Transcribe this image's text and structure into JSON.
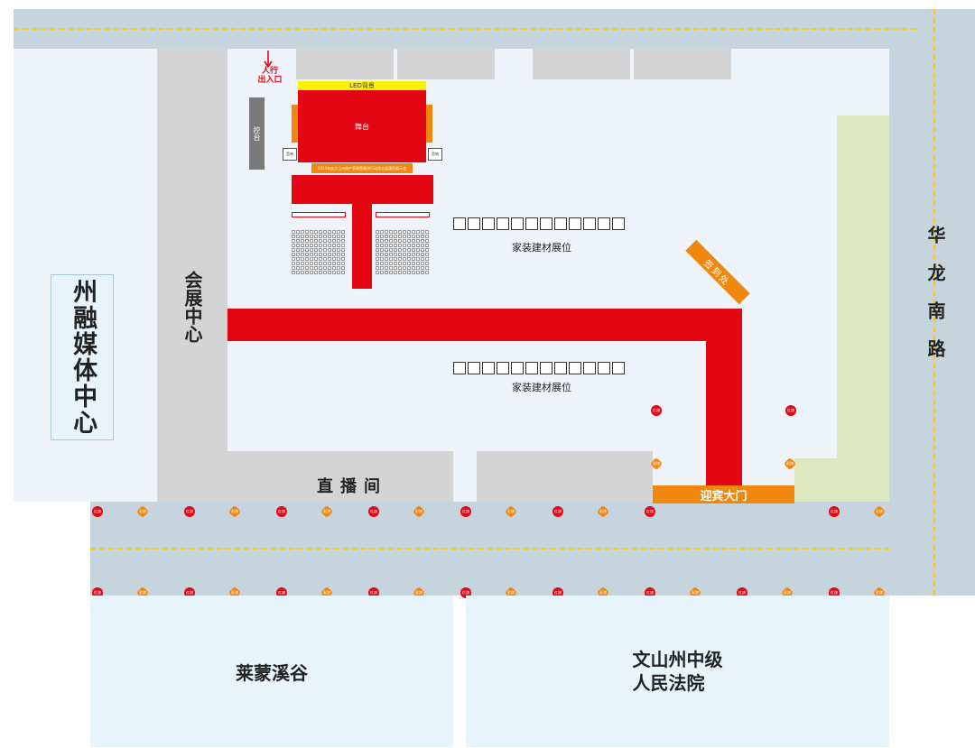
{
  "colors": {
    "road": "#c6d4dd",
    "plot": "#eff3fa",
    "gray": "#d4d4d4",
    "red": "#e30613",
    "orange": "#f0870f",
    "yellow": "#f6d000",
    "green": "#dde8c0",
    "light_blue": "#e8f4fb"
  },
  "labels": {
    "media_center": "州融媒体中心",
    "convention_center": "会展中心",
    "road_name": "华龙南路",
    "entrance": "人行\n出入口",
    "led": "LED背景",
    "stage": "舞台",
    "console": "控台",
    "left_wing": "音响",
    "right_wing": "音响",
    "banner": "2023年度文山州房产家装暨春风行动第五届惠民展示会",
    "booths_label_1": "家装建材展位",
    "booths_label_2": "家装建材展位",
    "checkin": "签到处",
    "live_room": "直播间",
    "gate": "迎宾大门",
    "laimeng": "莱蒙溪谷",
    "court": "文山州中级\n人民法院",
    "flag_red": "红旗",
    "flag_orange": "彩旗"
  }
}
